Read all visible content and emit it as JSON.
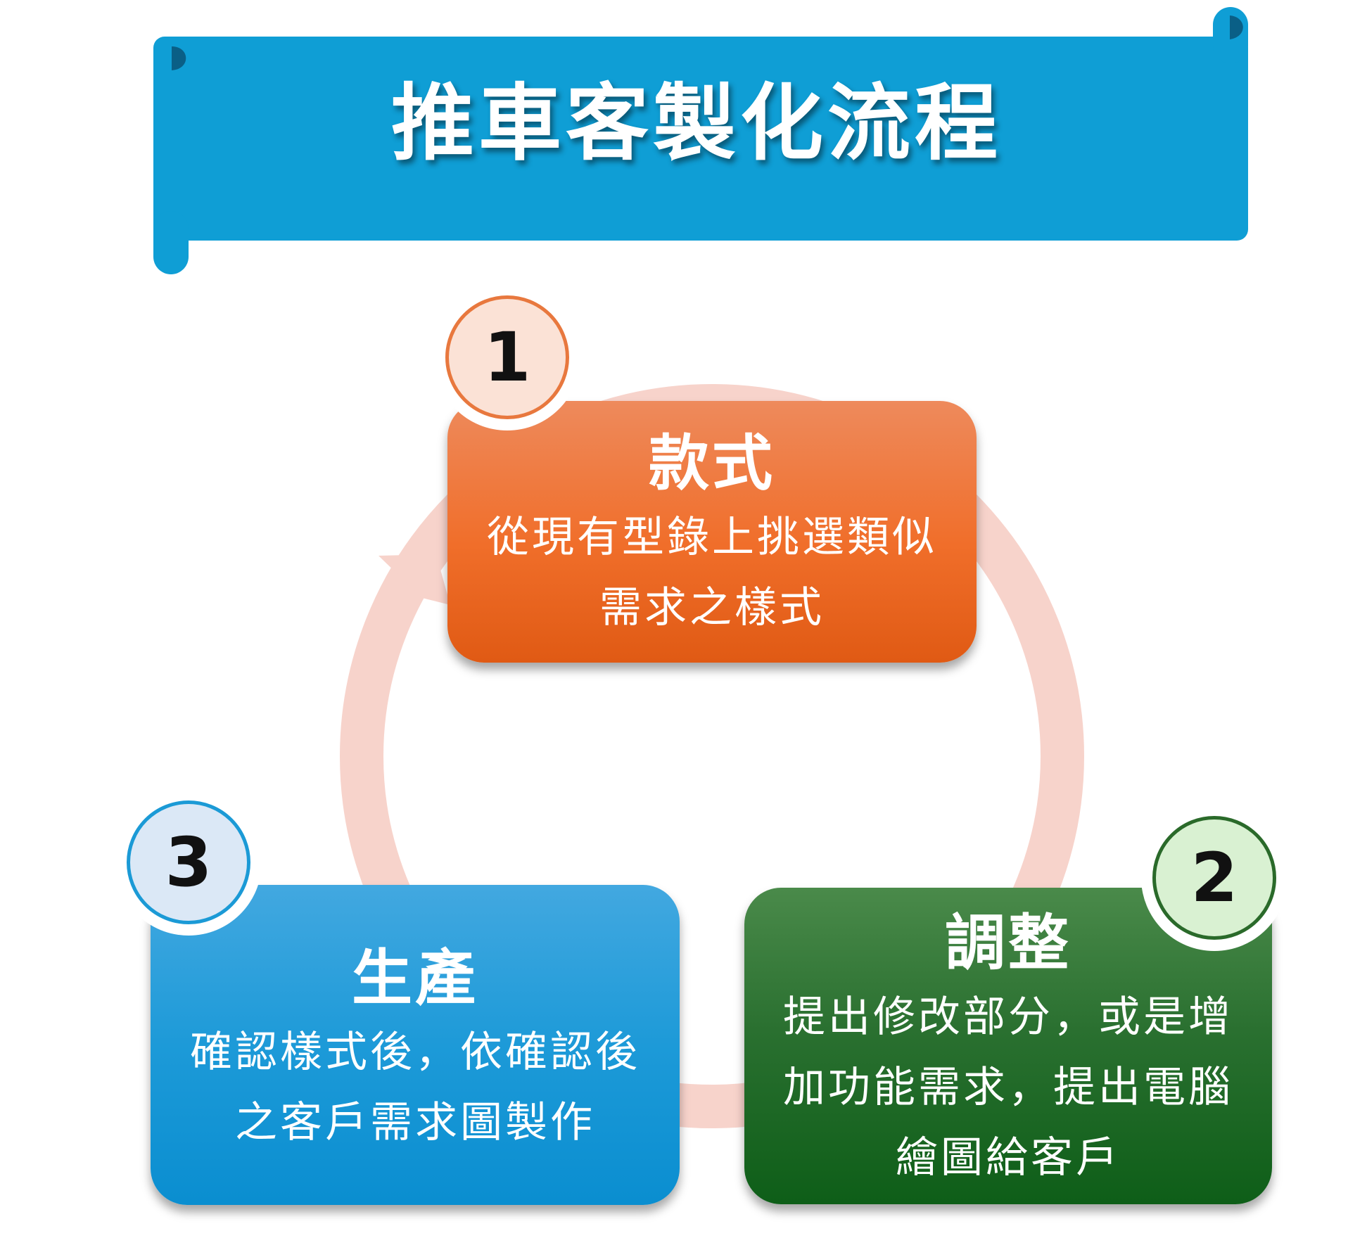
{
  "title": "推車客製化流程",
  "colors": {
    "banner": "#0f9ed5",
    "ring": "#f7d3cb",
    "step1": "#f06e2a",
    "step2": "#1a6620",
    "step3": "#1d9ad8"
  },
  "steps": [
    {
      "number": "1",
      "title": "款式",
      "lines": [
        "從現有型錄上挑選類似",
        "需求之樣式"
      ]
    },
    {
      "number": "2",
      "title": "調整",
      "lines": [
        "提出修改部分，或是增",
        "加功能需求，提出電腦",
        "繪圖給客戶"
      ]
    },
    {
      "number": "3",
      "title": "生產",
      "lines": [
        "確認樣式後，依確認後",
        "之客戶需求圖製作"
      ]
    }
  ]
}
